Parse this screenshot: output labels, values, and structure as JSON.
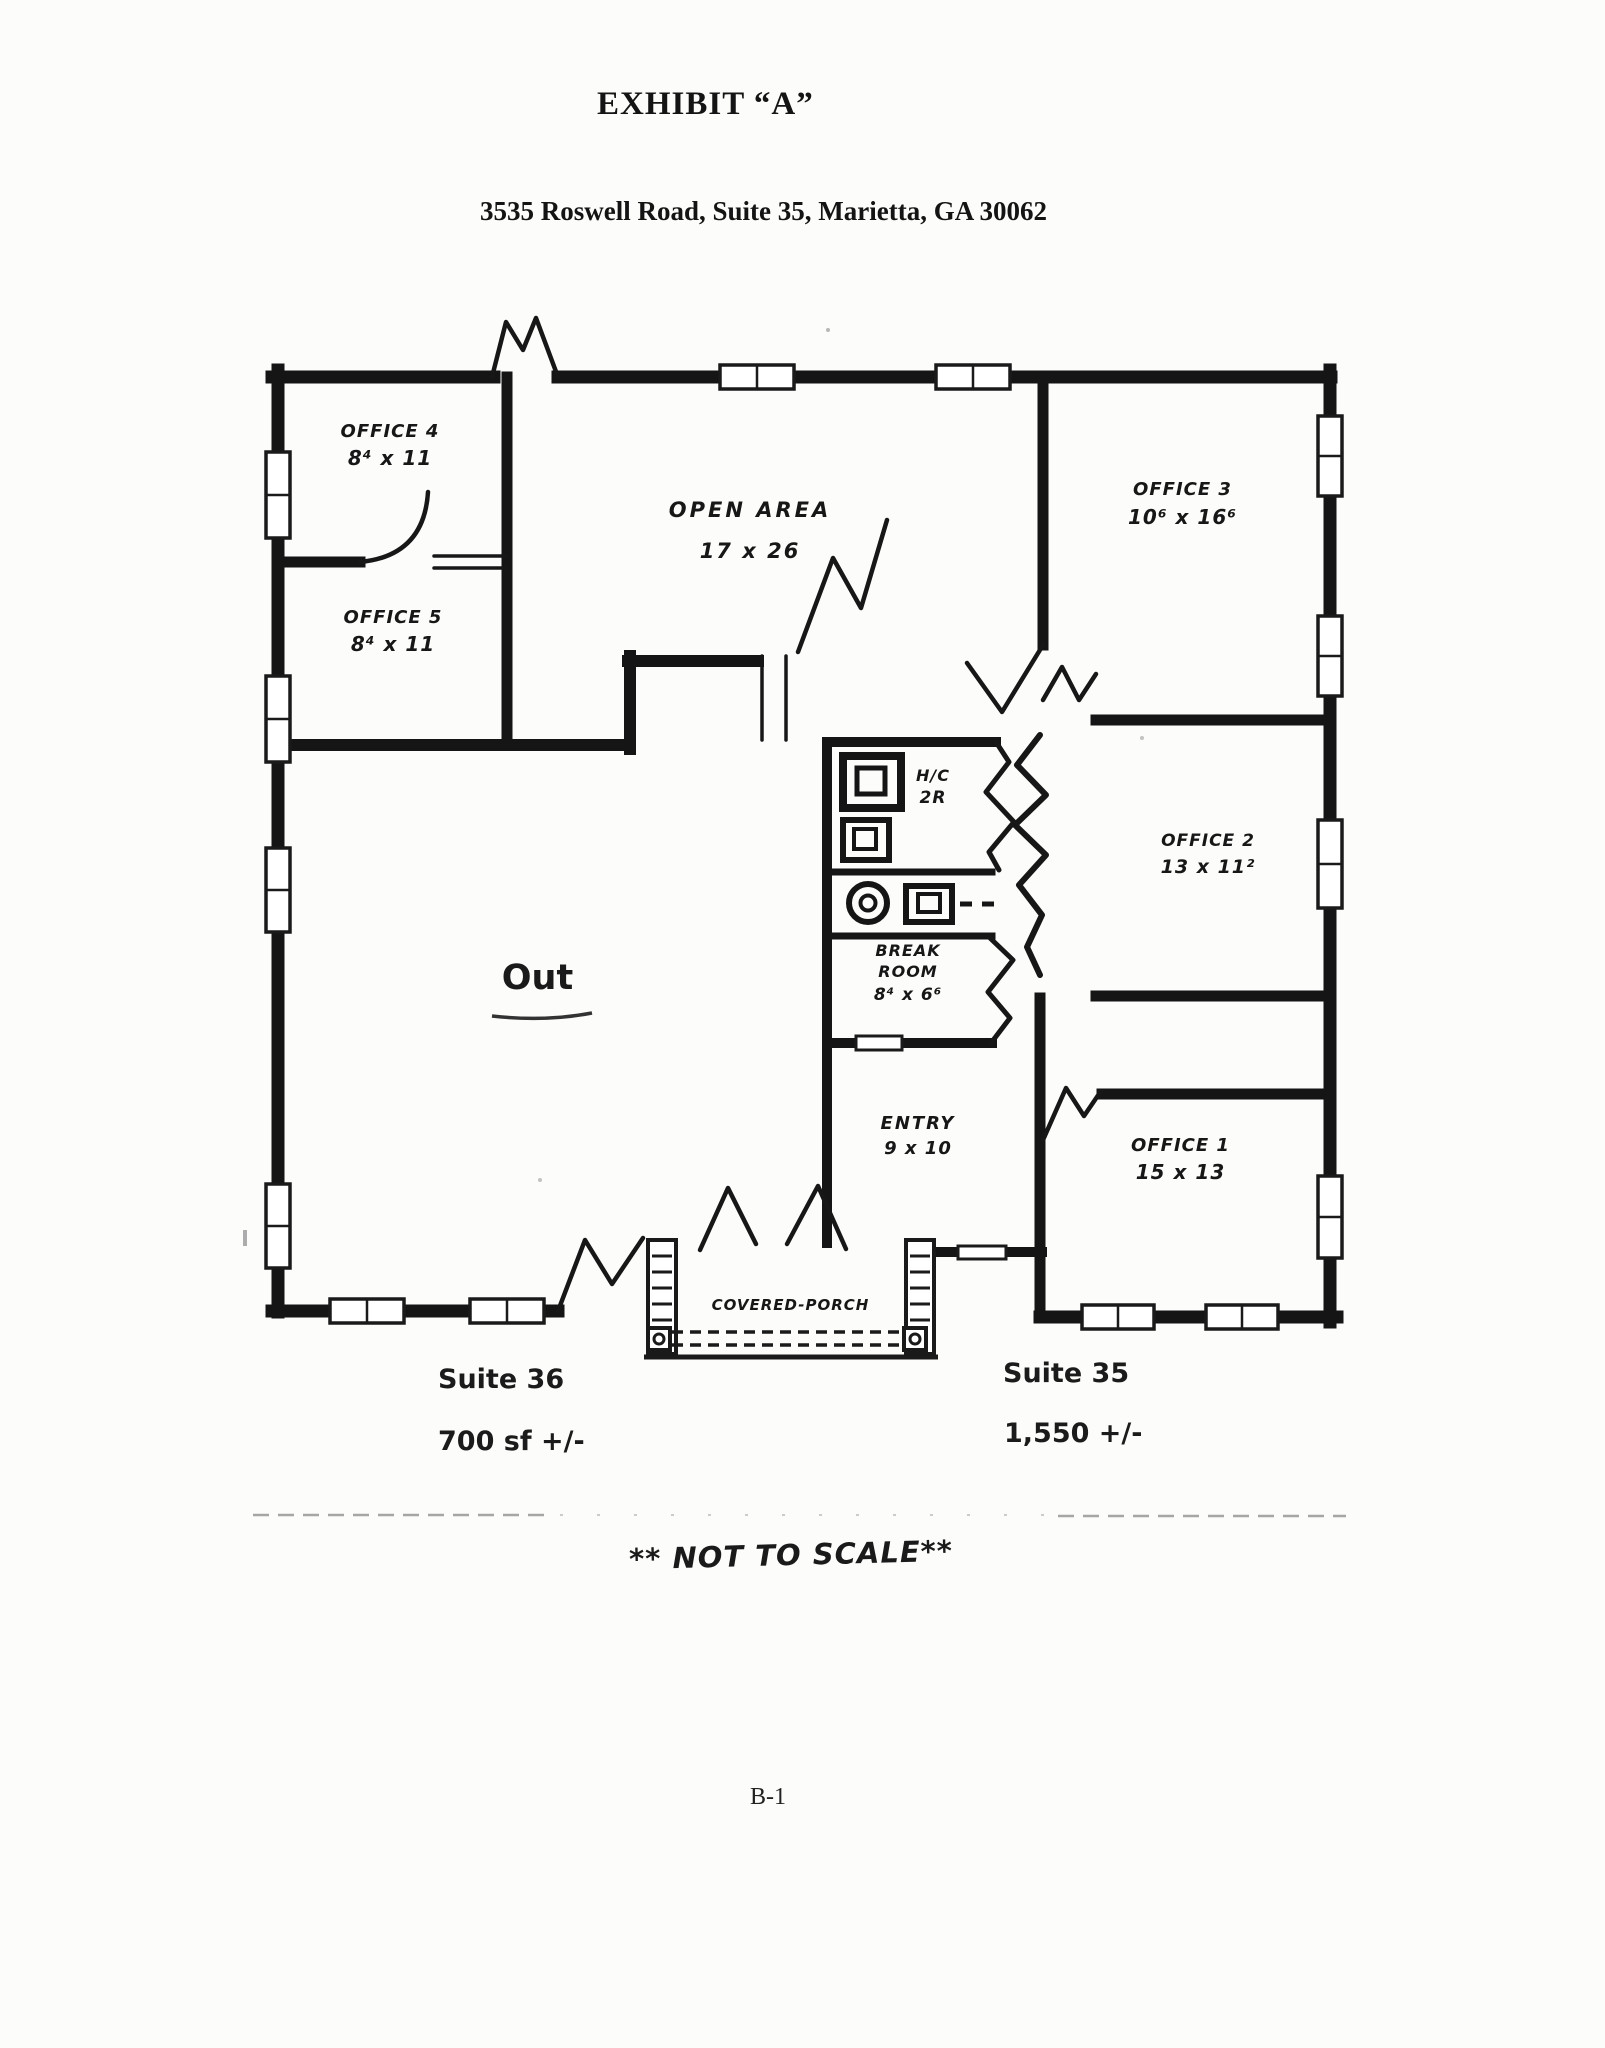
{
  "document": {
    "title": "EXHIBIT “A”",
    "address": "3535 Roswell Road, Suite 35, Marietta, GA 30062",
    "note": "** NOT TO SCALE**",
    "page_number": "B-1"
  },
  "plan": {
    "rooms": {
      "office4": {
        "name": "OFFICE 4",
        "dims": "8⁴ x 11"
      },
      "office5": {
        "name": "OFFICE 5",
        "dims": "8⁴ x 11"
      },
      "open_area": {
        "name": "OPEN AREA",
        "dims": "17 x 26"
      },
      "office3": {
        "name": "OFFICE 3",
        "dims": "10⁶ x 16⁶"
      },
      "office2": {
        "name": "OFFICE 2",
        "dims": "13 x 11²"
      },
      "office1": {
        "name": "OFFICE 1",
        "dims": "15 x 13"
      },
      "restroom": {
        "name": "H/C",
        "dims": "2R"
      },
      "break_room": {
        "name": "BREAK ROOM",
        "dims": "8⁴ x 6⁶"
      },
      "entry": {
        "name": "ENTRY",
        "dims": "9 x 10"
      },
      "out": {
        "name": "Out"
      },
      "porch": {
        "name": "COVERED-PORCH"
      }
    },
    "suites": {
      "suite36": {
        "label": "Suite 36",
        "area": "700 sf +/-"
      },
      "suite35": {
        "label": "Suite 35",
        "area": "1,550 +/-"
      }
    },
    "ink_color": "#151515",
    "paper_color": "#fcfcfa"
  }
}
